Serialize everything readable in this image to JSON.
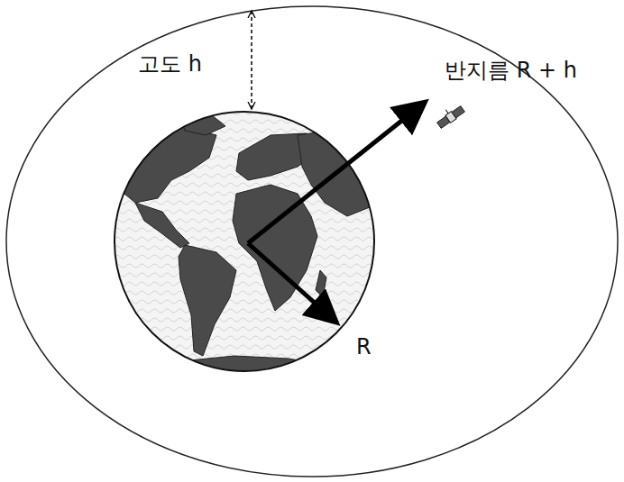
{
  "diagram": {
    "labels": [
      "고도 h",
      "반지름 R + h",
      "R"
    ]
  }
}
